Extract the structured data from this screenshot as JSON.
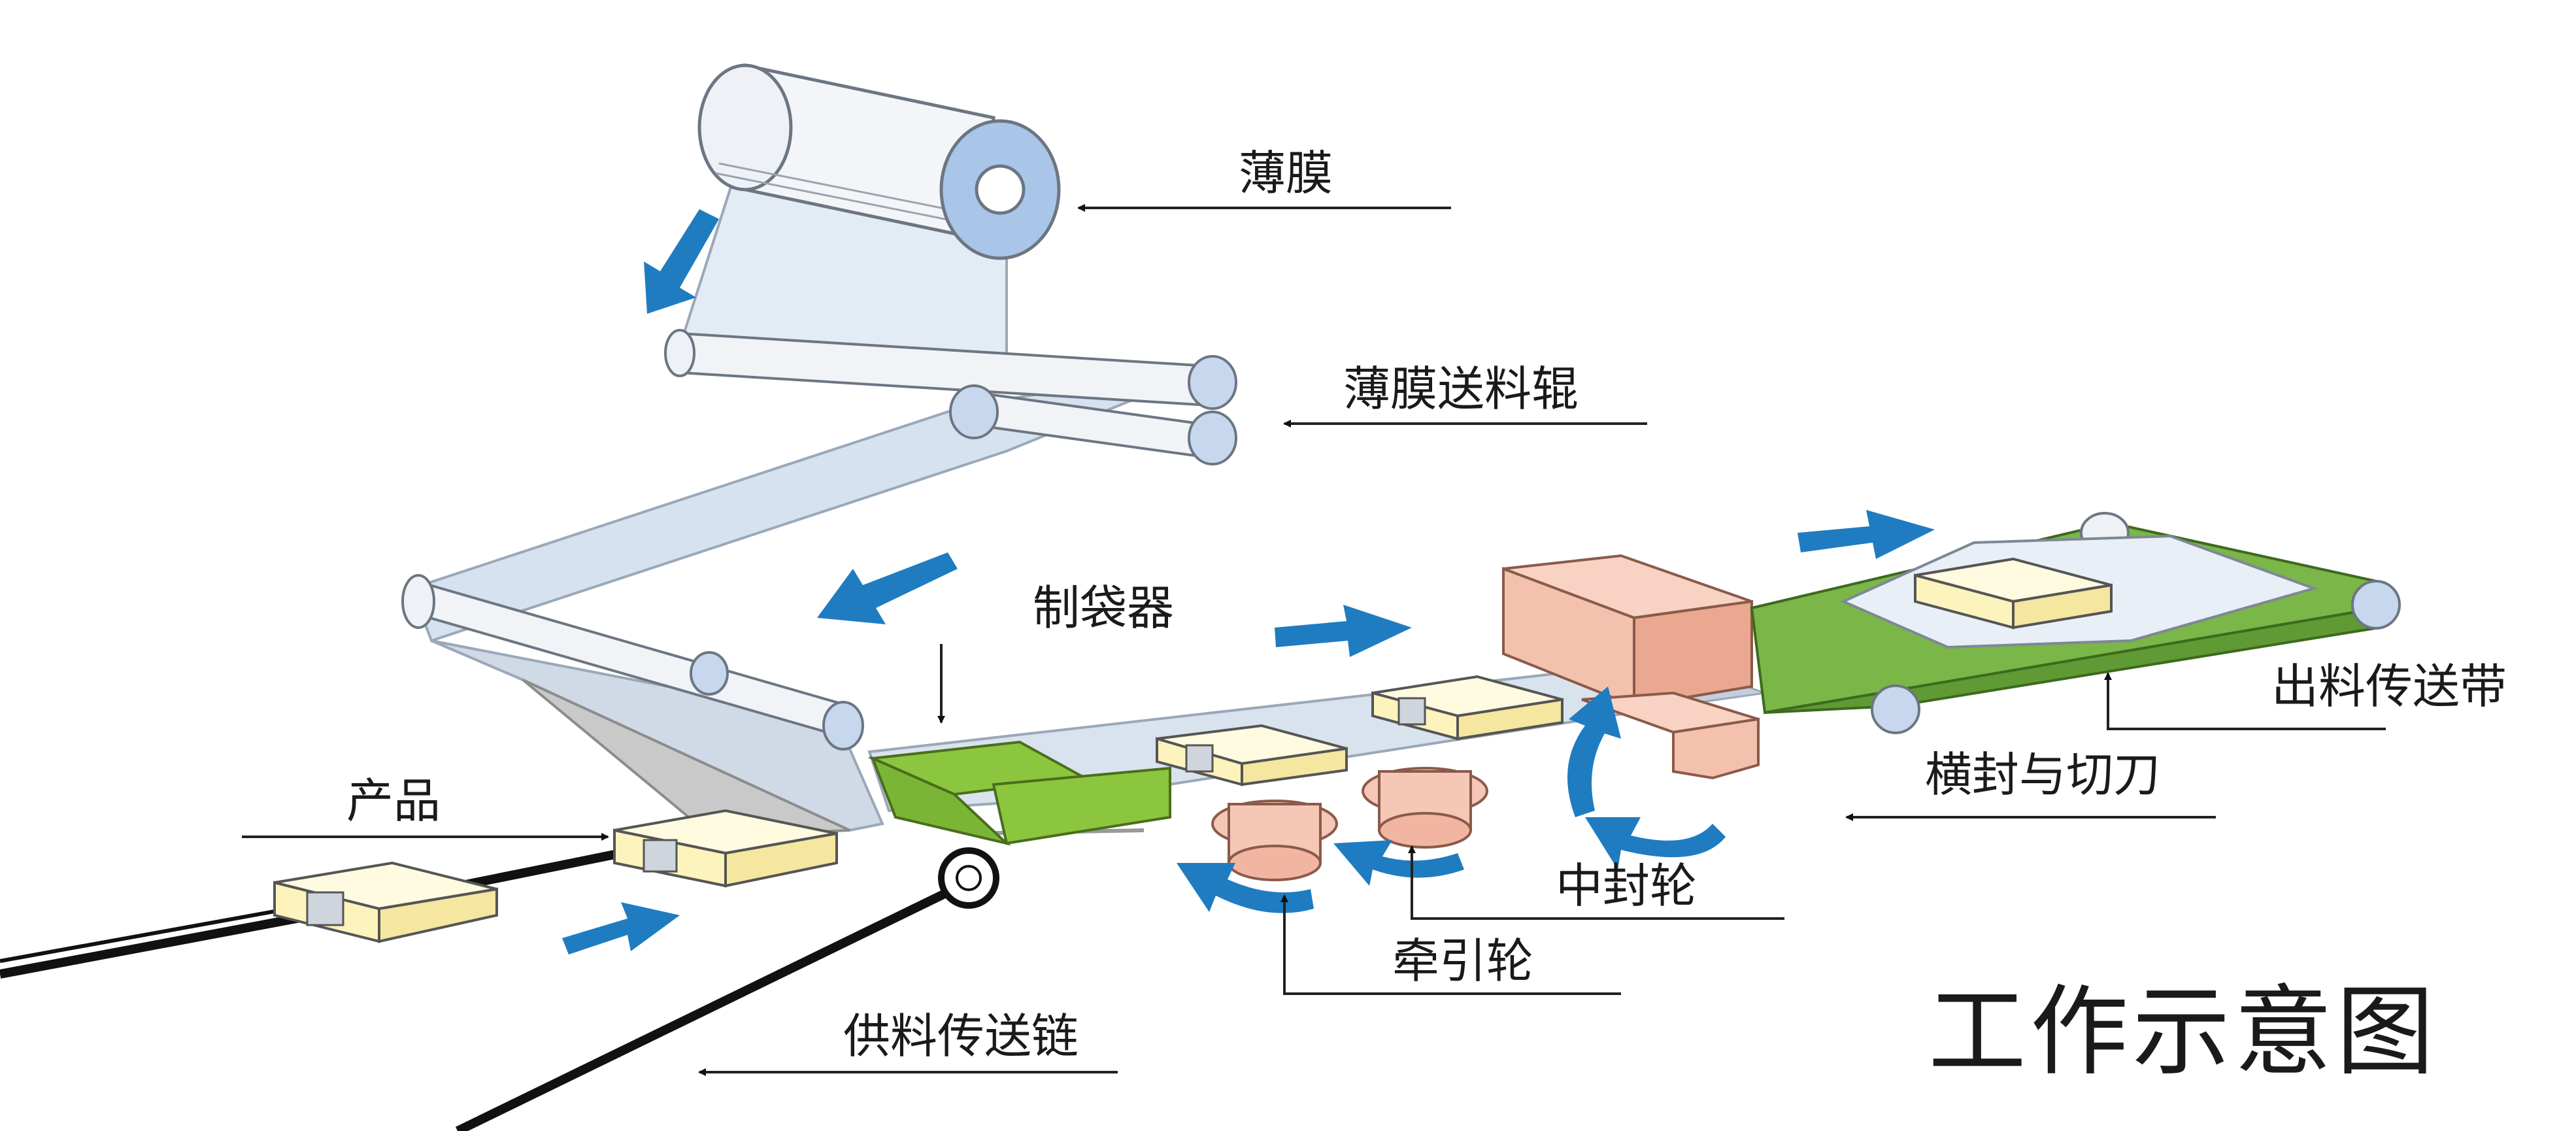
{
  "labels": {
    "film": "薄膜",
    "film_feed_roller": "薄膜送料辊",
    "bag_former": "制袋器",
    "product": "产品",
    "output_conveyor": "出料传送带",
    "cross_seal_cutter": "横封与切刀",
    "center_seal_wheel": "中封轮",
    "traction_wheel": "牵引轮",
    "feed_chain": "供料传送链"
  },
  "title": "工作示意图",
  "colors": {
    "arrow_blue": "#1f7cc1",
    "film": "#d6e2ef",
    "roller": "#eef1f6",
    "roller_core": "#a9c6e8",
    "bag_former_green": "#8cc63f",
    "conveyor_green": "#7ab648",
    "sealer_pink": "#f4c1ae",
    "wheel_pink": "#f6c7b6",
    "product_yellow": "#fdf3bd",
    "chain_black": "#111111",
    "leader_line": "#222222"
  }
}
